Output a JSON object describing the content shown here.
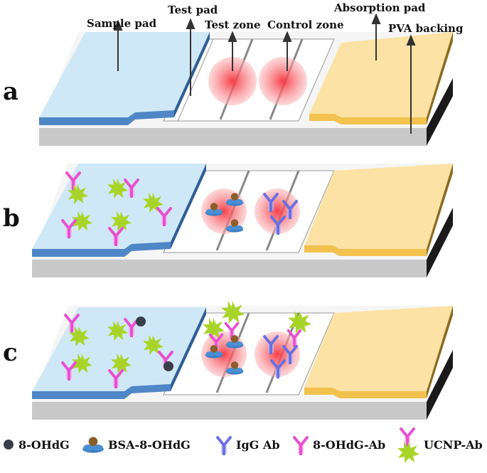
{
  "labels": {
    "sample_pad": "Sample pad",
    "test_pad": "Test pad",
    "test_zone": "Test zone",
    "control_zone": "Control zone",
    "absorption_pad": "Absorption pad",
    "pva_backing": "PVA backing"
  },
  "panels": [
    "a",
    "b",
    "c"
  ],
  "legend": [
    {
      "name": "8-OHdG"
    },
    {
      "name": "BSA-8-OHdG"
    },
    {
      "name": "IgG Ab"
    },
    {
      "name": "8-OHdG-Ab"
    },
    {
      "name": "UCNP-Ab"
    }
  ],
  "colors": {
    "sample_pad_top": "#cfe8f7",
    "sample_pad_side": "#4f86c6",
    "absorption_pad_top": "#fce2a4",
    "absorption_pad_side": "#f2c14e",
    "backing_front": "#c8c8c8",
    "backing_side": "#1a1a1a",
    "zone_glow": "#f5434f",
    "antibody_pink": "#e84fd0",
    "antibody_blue": "#6a6fe0",
    "ucnp_green": "#a8d42a",
    "bsa_blue": "#3f7fc4",
    "bsa_brown": "#8b5e2a",
    "ohdg_dot": "#37404a"
  }
}
